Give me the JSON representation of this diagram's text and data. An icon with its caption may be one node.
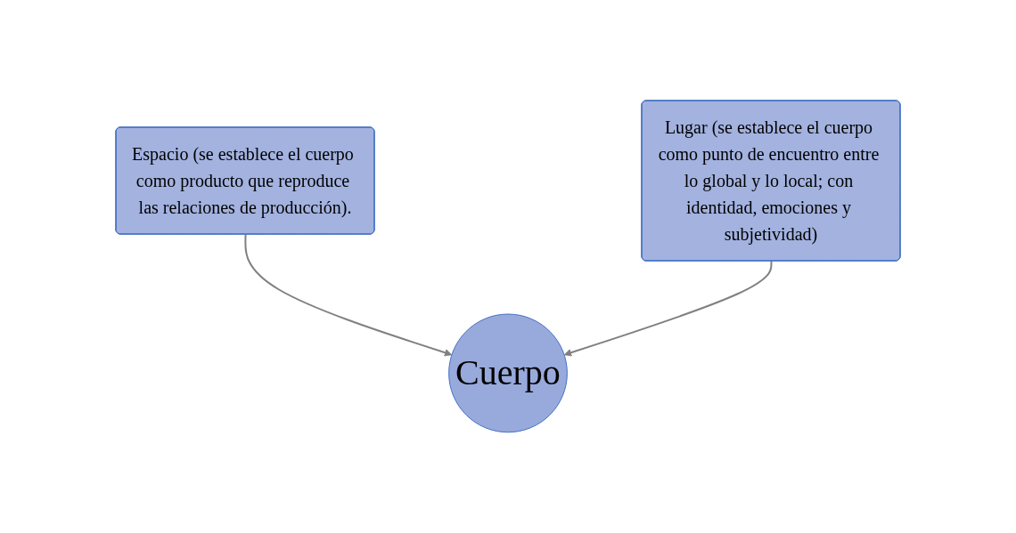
{
  "diagram": {
    "nodes": [
      {
        "text": [
          "Espacio (se establece el cuerpo como producto que reproduce las relaciones de producción)."
        ]
      },
      {
        "text": [
          "Lugar (se establece el cuerpo como punto de encuentro entre lo global y lo local; con identidad, emociones y subjetividad)"
        ]
      },
      {
        "text": [
          "Cuerpo"
        ]
      }
    ],
    "edges": [
      {
        "from": 0,
        "to": 2,
        "arrow": "to"
      },
      {
        "from": 1,
        "to": 2,
        "arrow": "to"
      }
    ]
  }
}
